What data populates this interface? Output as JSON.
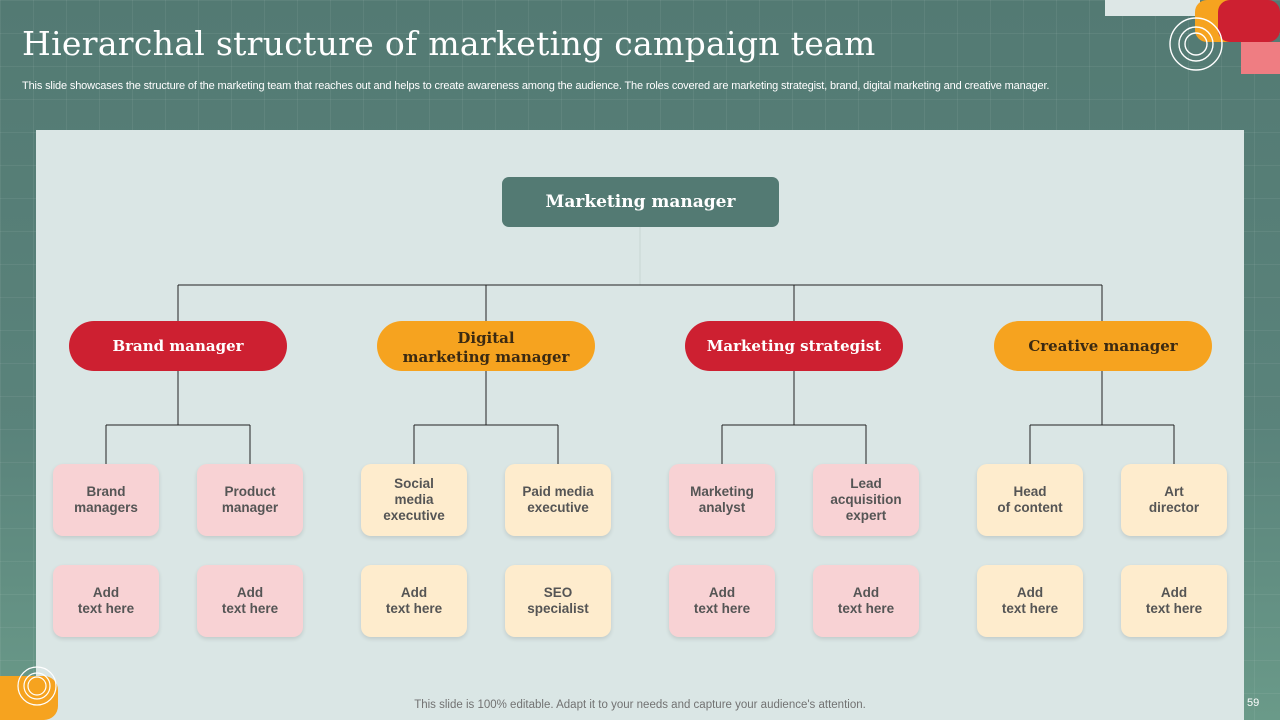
{
  "header": {
    "title": "Hierarchal structure of marketing campaign team",
    "subtitle": "This slide showcases the structure of the marketing team that reaches out and helps to create awareness among the audience. The roles covered are marketing strategist, brand, digital marketing and creative manager."
  },
  "org_chart": {
    "root": "Marketing manager",
    "managers": [
      {
        "label": "Brand manager",
        "color": "#cd2031",
        "reports": [
          {
            "row1": "Brand\nmanagers",
            "row2": "Add\ntext here"
          },
          {
            "row1": "Product\nmanager",
            "row2": "Add\ntext here"
          }
        ]
      },
      {
        "label": "Digital\nmarketing manager",
        "color": "#f6a31f",
        "reports": [
          {
            "row1": "Social\nmedia\nexecutive",
            "row2": "Add\ntext here"
          },
          {
            "row1": "Paid media\nexecutive",
            "row2": "SEO\nspecialist"
          }
        ]
      },
      {
        "label": "Marketing strategist",
        "color": "#cd2031",
        "reports": [
          {
            "row1": "Marketing\nanalyst",
            "row2": "Add\ntext here"
          },
          {
            "row1": "Lead\nacquisition\nexpert",
            "row2": "Add\ntext here"
          }
        ]
      },
      {
        "label": "Creative manager",
        "color": "#f6a31f",
        "reports": [
          {
            "row1": "Head\nof content",
            "row2": "Add\ntext here"
          },
          {
            "row1": "Art\ndirector",
            "row2": "Add\ntext here"
          }
        ]
      }
    ]
  },
  "footer": {
    "note": "This slide is 100% editable. Adapt it to your needs and capture your audience's attention.",
    "page_number": "59"
  },
  "colors": {
    "background": "#537a73",
    "panel": "#dae6e5",
    "red": "#cd2031",
    "orange": "#f6a31f",
    "pink_box": "#f8d2d4",
    "cream_box": "#feeccd"
  },
  "icons": [
    "concentric-circle-icon"
  ]
}
